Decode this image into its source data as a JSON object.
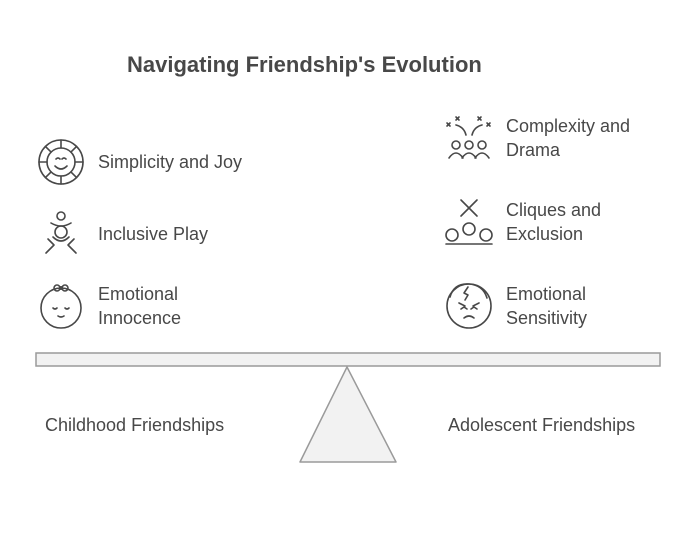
{
  "title": "Navigating Friendship's Evolution",
  "left": {
    "heading": "Childhood Friendships",
    "items": [
      {
        "label": "Simplicity and Joy",
        "icon": "smiling-sun-icon"
      },
      {
        "label": "Inclusive Play",
        "icon": "child-playing-icon"
      },
      {
        "label": "Emotional Innocence",
        "icon": "baby-face-icon"
      }
    ]
  },
  "right": {
    "heading": "Adolescent Friendships",
    "items": [
      {
        "label": "Complexity and Drama",
        "icon": "group-conflict-icon"
      },
      {
        "label": "Cliques and Exclusion",
        "icon": "group-exclusion-icon"
      },
      {
        "label": "Emotional Sensitivity",
        "icon": "upset-face-icon"
      }
    ]
  },
  "colors": {
    "text": "#484848",
    "beam_fill": "#f2f2f2",
    "beam_stroke": "#9a9a9a"
  }
}
